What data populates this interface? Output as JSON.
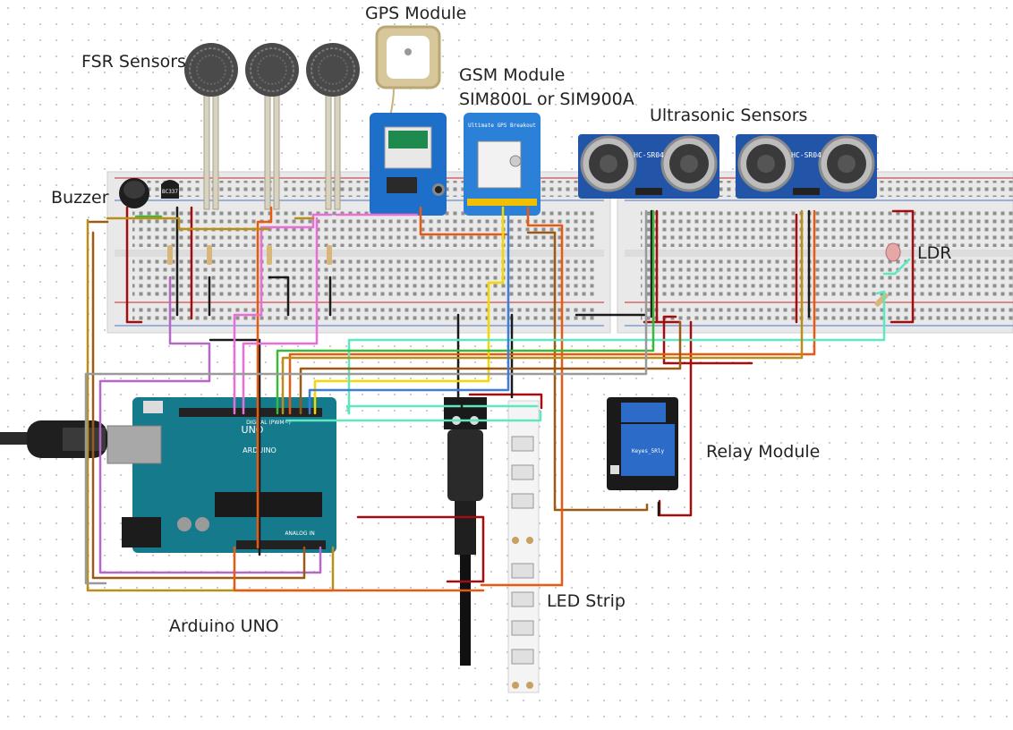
{
  "labels": {
    "gps": "GPS Module",
    "fsr": "FSR Sensors",
    "gsm_line1": "GSM Module",
    "gsm_line2": "SIM800L or SIM900A",
    "ultrasonic": "Ultrasonic Sensors",
    "buzzer": "Buzzer",
    "ldr": "LDR",
    "relay": "Relay Module",
    "led_strip": "LED Strip",
    "arduino": "Arduino UNO"
  },
  "board_text": {
    "uno": "UNO",
    "arduino": "ARDUINO",
    "digital": "DIGITAL (PWM~)",
    "analog": "ANALOG IN",
    "hc_sr04_left": "HC-SR04",
    "hc_sr04_right": "HC-SR04",
    "transistor": "BC337",
    "relay_brand": "Keyes_5Rly",
    "gps_breakout": "Ultimate GPS Breakout"
  },
  "wire_colors": {
    "red": "#a30d0d",
    "black": "#1a1a1a",
    "orange": "#e85a12",
    "yellow": "#f5d800",
    "pink": "#e96ed8",
    "purple": "#b468c8",
    "cyan": "#5ee8c2",
    "green": "#3ab83a",
    "brown": "#9c5a14",
    "ochre": "#b98f1a",
    "gray": "#9a9a9a",
    "blue": "#3d7dd8"
  }
}
